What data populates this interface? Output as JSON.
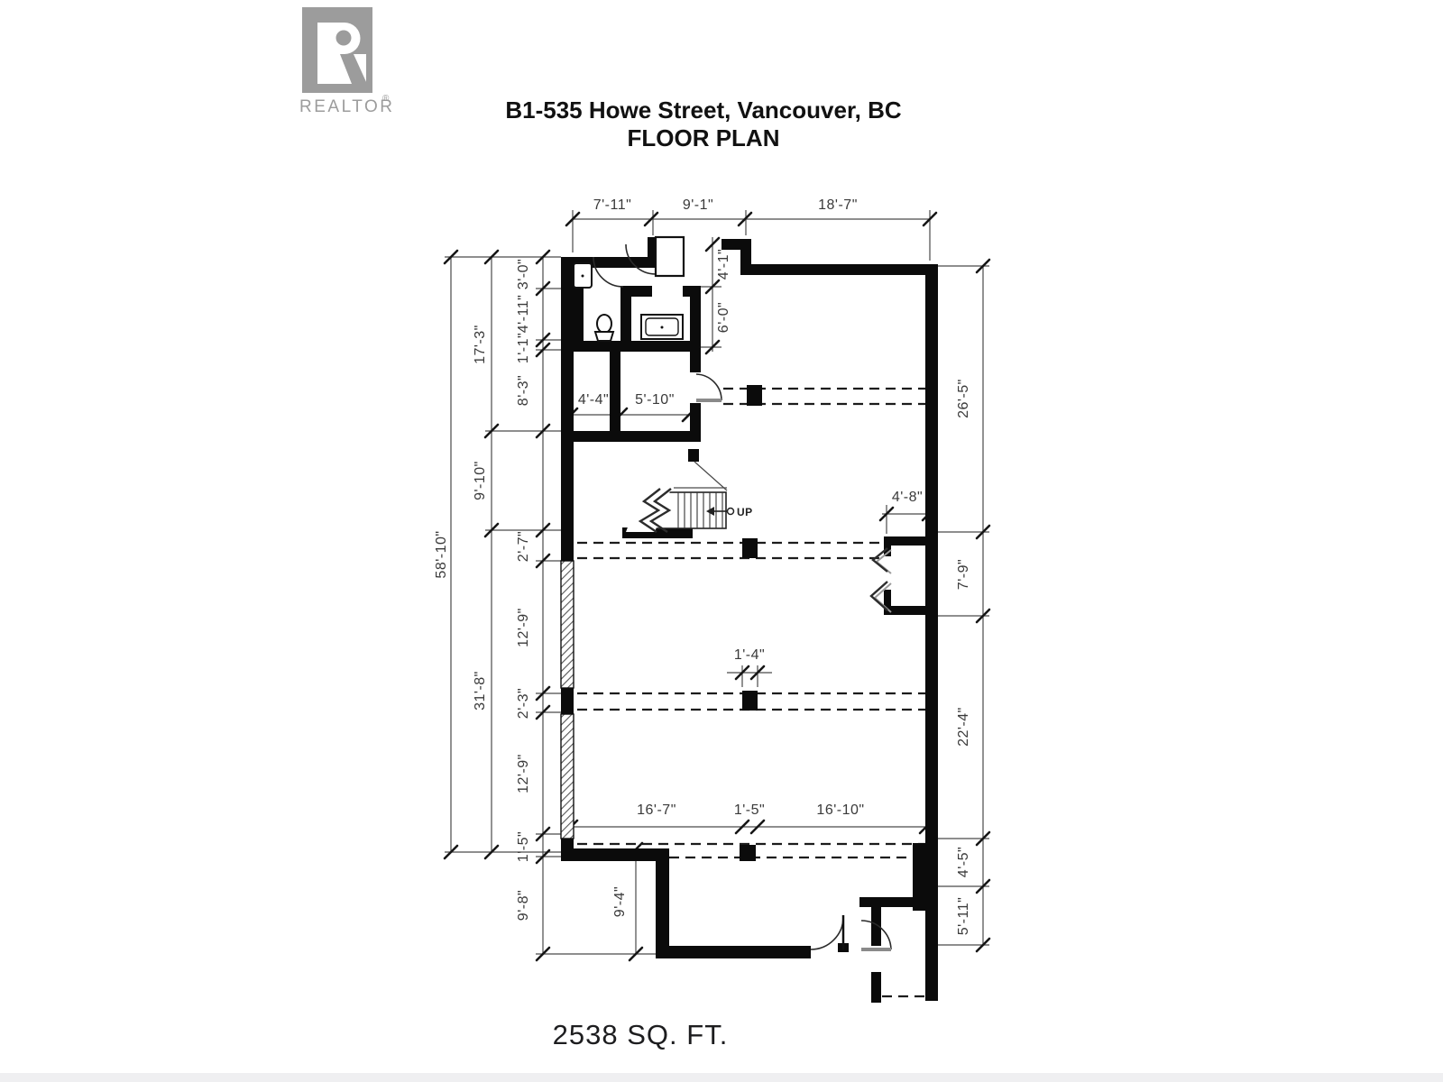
{
  "page": {
    "title_line1": "B1-535 Howe Street, Vancouver, BC",
    "title_line2": "FLOOR PLAN",
    "area_label": "2538 SQ. FT."
  },
  "logo": {
    "text": "REALTOR",
    "reg": "®"
  },
  "dimensions": {
    "top": [
      "7'-11\"",
      "9'-1\"",
      "18'-7\""
    ],
    "left_outer": "58'-10\"",
    "left_mid": [
      "17'-3\"",
      "9'-10\"",
      "31'-8\""
    ],
    "left_inner": [
      "3'-0\"",
      "4'-11\"",
      "1'-1\"",
      "8'-3\"",
      "2'-7\"",
      "12'-9\"",
      "2'-3\"",
      "12'-9\"",
      "1'-5\"",
      "9'-8\""
    ],
    "right": [
      "26'-5\"",
      "7'-9\"",
      "22'-4\"",
      "4'-5\"",
      "5'-11\""
    ],
    "interior": {
      "entry_depth": "4'-1\"",
      "washroom_depth": "6'-0\"",
      "closet_left": "4'-4\"",
      "closet_right": "5'-10\"",
      "alcove_width": "4'-8\"",
      "column_width": "1'-4\"",
      "bottom_left": "16'-7\"",
      "bottom_mid": "1'-5\"",
      "bottom_right": "16'-10\"",
      "lower_height": "9'-4\"",
      "stair_up": "UP"
    }
  },
  "colors": {
    "wall": "#0b0b0b",
    "dim_text": "#3a3a3a",
    "line": "#4a4a4a",
    "logo_gray": "#9c9c9c",
    "bg": "#ffffff"
  }
}
